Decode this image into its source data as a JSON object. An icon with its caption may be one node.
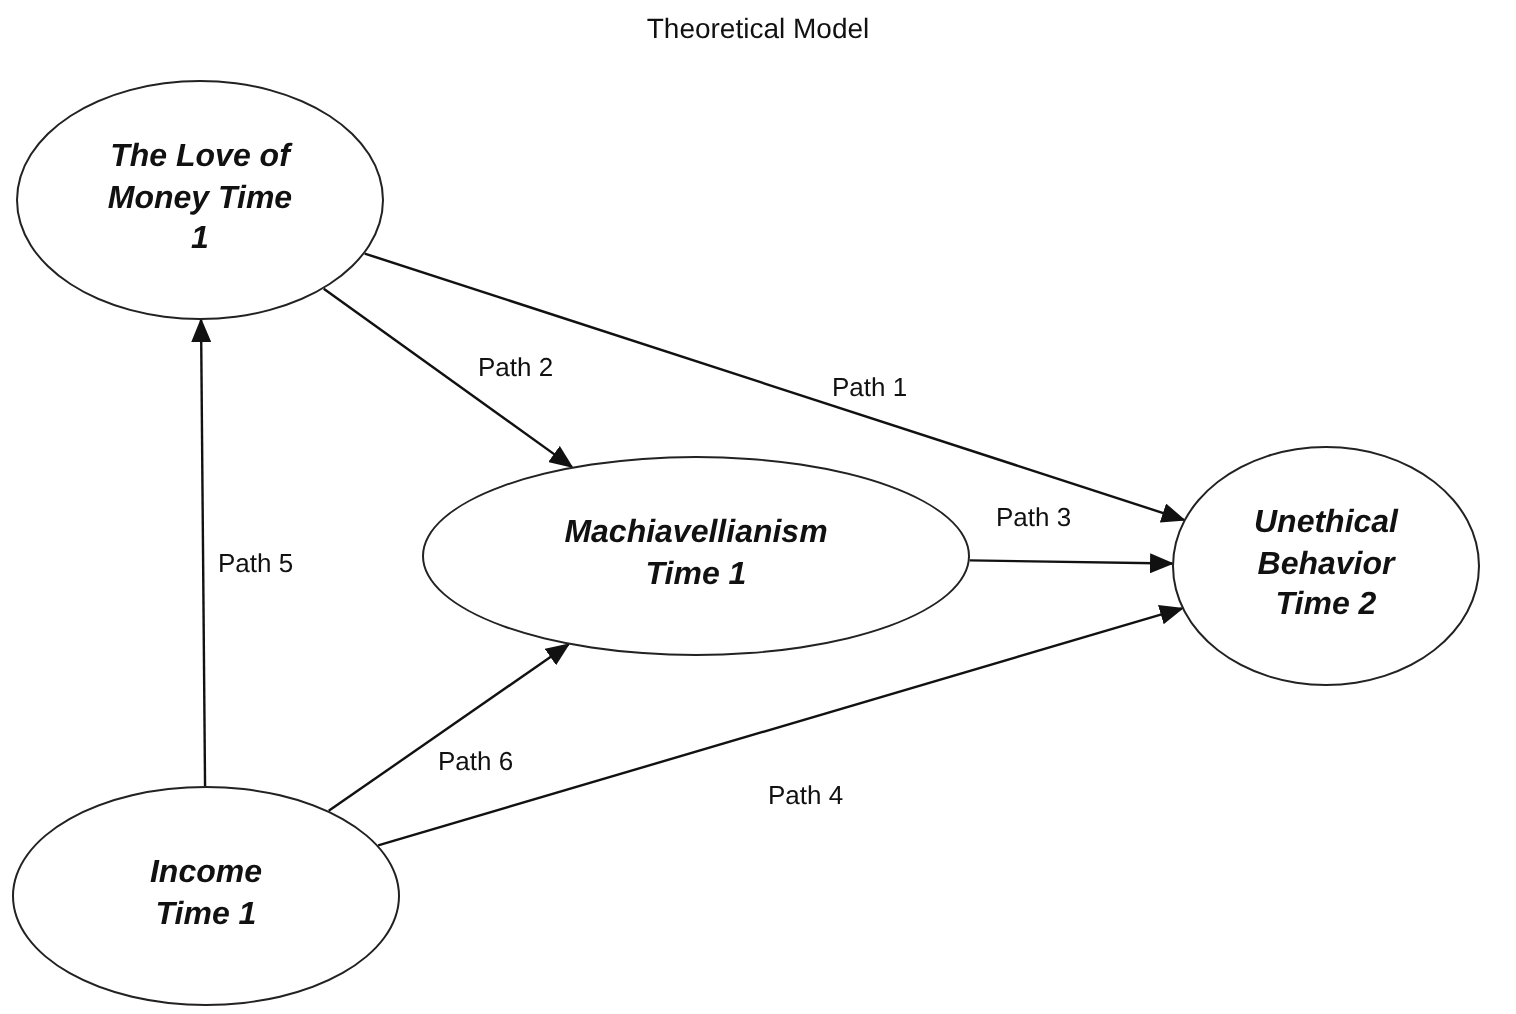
{
  "diagram": {
    "title": "Theoretical Model",
    "nodes": [
      {
        "text": [
          "The Love of Money Time 1"
        ]
      },
      {
        "text": [
          "Machiavellianism Time 1"
        ]
      },
      {
        "text": [
          "Unethical Behavior Time 2"
        ]
      },
      {
        "text": [
          "Income Time 1"
        ]
      }
    ],
    "edges": [
      {
        "from": 0,
        "to": 2,
        "arrow": "to",
        "label": "Path 1"
      },
      {
        "from": 0,
        "to": 1,
        "arrow": "to",
        "label": "Path 2"
      },
      {
        "from": 1,
        "to": 2,
        "arrow": "to",
        "label": "Path 3"
      },
      {
        "from": 3,
        "to": 2,
        "arrow": "to",
        "label": "Path 4"
      },
      {
        "from": 3,
        "to": 0,
        "arrow": "to",
        "label": "Path 5"
      },
      {
        "from": 3,
        "to": 1,
        "arrow": "to",
        "label": "Path 6"
      }
    ]
  }
}
